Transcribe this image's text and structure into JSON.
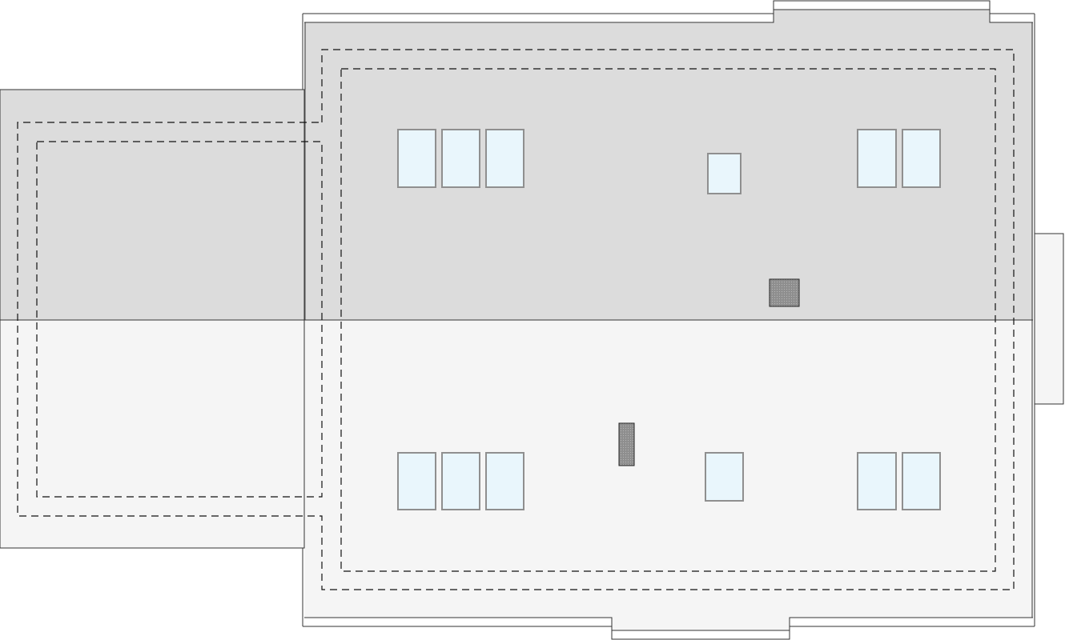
{
  "colors": {
    "roof_upper": "#dcdcdc",
    "roof_lower": "#f5f5f5",
    "outline": "#333333",
    "dashed": "#111111",
    "window_fill": "#e9f6fc",
    "window_stroke": "#8f8f8f",
    "chimney_fill": "#999999",
    "chimney_stroke": "#222222"
  },
  "icons": {
    "skylight": "rectangle",
    "chimney": "stippled-rectangle",
    "gutter_line": "dashed-outline"
  }
}
